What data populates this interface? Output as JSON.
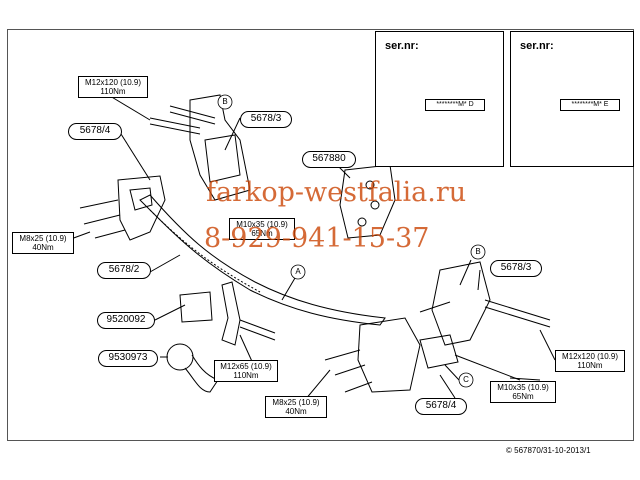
{
  "watermark": {
    "site": "farkop-westfalia.ru",
    "phone": "8-929-941-15-37",
    "color": "#cc4a0c"
  },
  "serial_boxes": [
    {
      "label": "ser.nr:",
      "code": "********M* D"
    },
    {
      "label": "ser.nr:",
      "code": "********M* E"
    }
  ],
  "part_numbers": {
    "left_bracket": "5678/4",
    "upper_bracket": "5678/3",
    "side_member": "5678/2",
    "socket_plate": "567880",
    "ball_clamp": "9520092",
    "ball": "9530973",
    "right_bracket_top": "5678/3",
    "right_bracket_bottom": "5678/4"
  },
  "callouts": {
    "a": "A",
    "b_top": "B",
    "b_right": "B",
    "c": "C"
  },
  "bolt_specs": {
    "top_left": {
      "bolt": "M12x120 (10.9)",
      "torque": "110Nm"
    },
    "left": {
      "bolt": "M8x25 (10.9)",
      "torque": "40Nm"
    },
    "center": {
      "bolt": "M10x35 (10.9)",
      "torque": "65Nm"
    },
    "ball_mount": {
      "bolt": "M12x65 (10.9)",
      "torque": "110Nm"
    },
    "bottom": {
      "bolt": "M8x25 (10.9)",
      "torque": "40Nm"
    },
    "right_top": {
      "bolt": "M12x120 (10.9)",
      "torque": "110Nm"
    },
    "right_bottom": {
      "bolt": "M10x35 (10.9)",
      "torque": "65Nm"
    }
  },
  "copyright": "© 567870/31-10-2013/1"
}
